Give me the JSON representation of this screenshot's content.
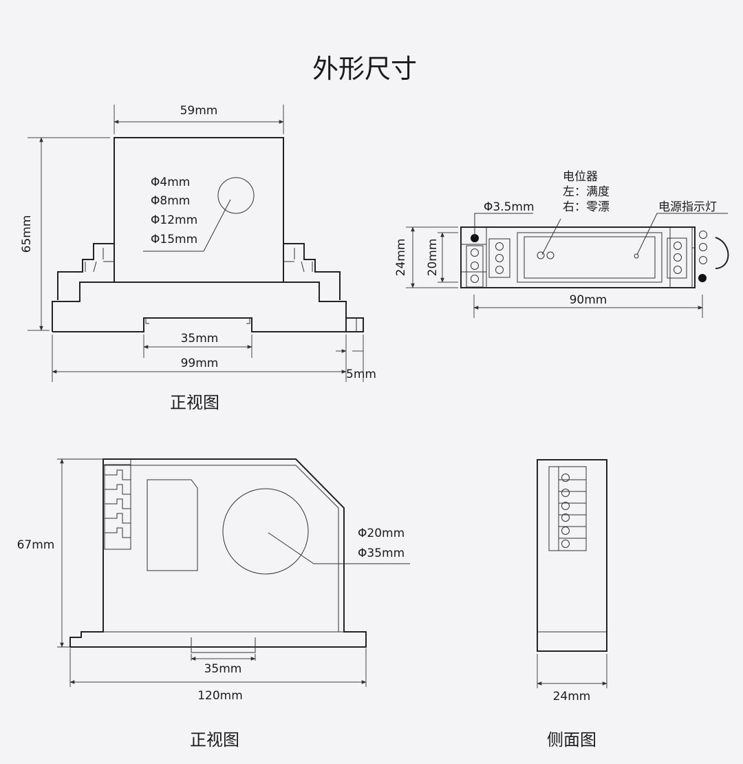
{
  "title": "外形尺寸",
  "front_view": {
    "caption": "正视图",
    "dims": {
      "width_top": "59mm",
      "height": "65mm",
      "rail": "35mm",
      "width": "99mm",
      "tab": "5mm"
    },
    "hole_labels": [
      "Φ4mm",
      "Φ8mm",
      "Φ12mm",
      "Φ15mm"
    ]
  },
  "top_view": {
    "pot_label_1": "电位器",
    "pot_label_2": "左：满度",
    "pot_label_3": "右：零漂",
    "led_label": "电源指示灯",
    "hole_label": "Φ3.5mm",
    "dims": {
      "h_outer": "24mm",
      "h_inner": "20mm",
      "length": "90mm"
    }
  },
  "front_view_large": {
    "caption": "正视图",
    "dims": {
      "height": "67mm",
      "rail": "35mm",
      "width": "120mm"
    },
    "hole_labels": [
      "Φ20mm",
      "Φ35mm"
    ]
  },
  "side_view": {
    "caption": "侧面图",
    "dims": {
      "width": "24mm"
    }
  }
}
